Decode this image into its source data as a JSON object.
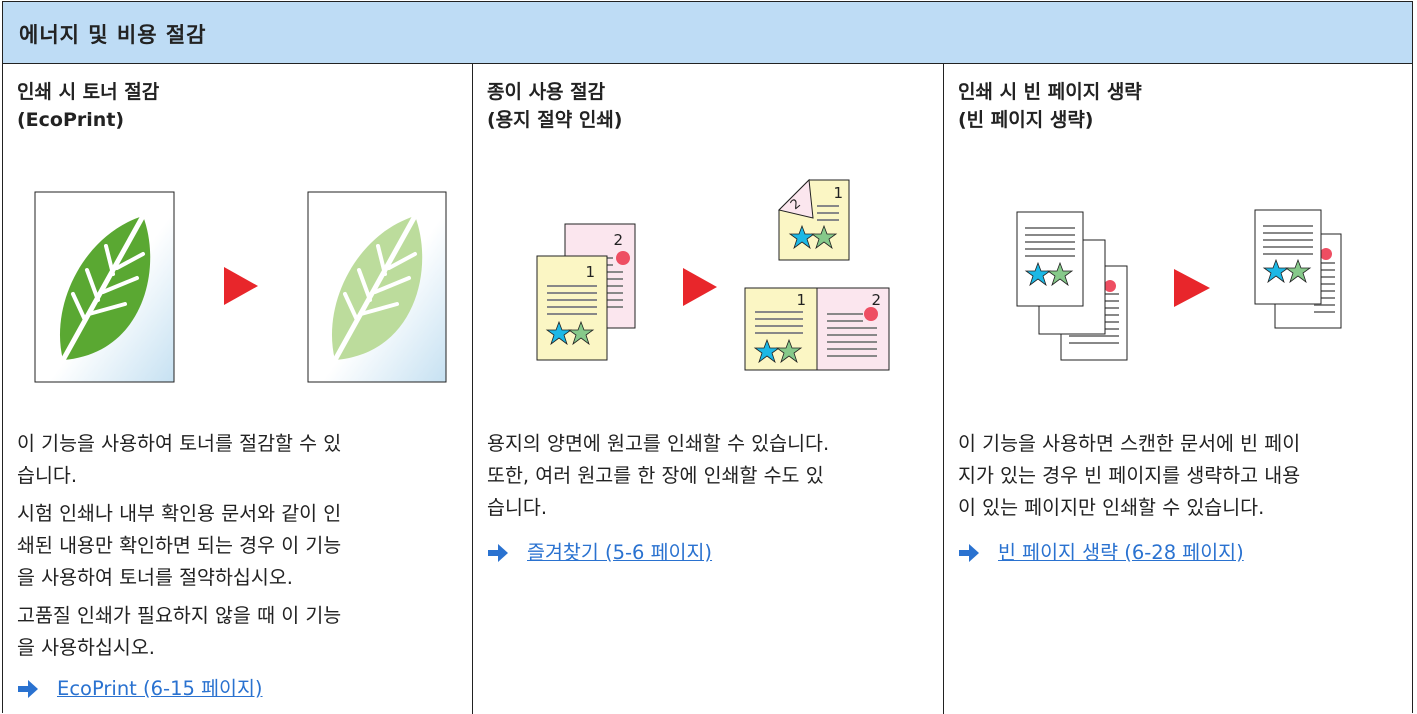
{
  "header": {
    "title": "에너지 및 비용 절감"
  },
  "columns": [
    {
      "title_line1": "인쇄 시 토너 절감",
      "title_line2": "(EcoPrint)",
      "paragraphs": [
        [
          "이 기능을 사용하여 토너를 절감할 수 있",
          "습니다."
        ],
        [
          "시험 인쇄나 내부 확인용 문서와 같이 인",
          "쇄된 내용만 확인하면 되는 경우 이 기능",
          "을 사용하여 토너를 절약하십시오."
        ],
        [
          "고품질 인쇄가 필요하지 않을 때 이 기능",
          "을 사용하십시오."
        ]
      ],
      "link": "EcoPrint (6-15 페이지)"
    },
    {
      "title_line1": "종이 사용 절감",
      "title_line2": "(용지 절약 인쇄)",
      "paragraphs": [
        [
          "용지의 양면에 원고를 인쇄할 수 있습니다.",
          "또한, 여러 원고를 한 장에 인쇄할 수도 있",
          "습니다."
        ]
      ],
      "link": "즐겨찾기 (5-6 페이지)",
      "page_numbers": [
        "1",
        "2"
      ]
    },
    {
      "title_line1": "인쇄 시 빈 페이지 생략",
      "title_line2": "(빈 페이지 생략)",
      "paragraphs": [
        [
          "이 기능을 사용하면 스캔한 문서에 빈 페이",
          "지가 있는 경우 빈 페이지를 생략하고 내용",
          "이 있는 페이지만 인쇄할 수 있습니다."
        ]
      ],
      "link": "빈 페이지 생략 (6-28 페이지)"
    }
  ],
  "colors": {
    "header_bg": "#bedcf5",
    "link": "#2a72d0",
    "arrow_red": "#e8262b",
    "leaf_dark": "#5aa832",
    "leaf_light": "#bcdc9c",
    "page_yellow": "#fbf6c4",
    "page_pink": "#fbe6ee",
    "star_cyan": "#1cb8e6",
    "star_green": "#86c98a",
    "dot_red": "#ee4e62"
  }
}
